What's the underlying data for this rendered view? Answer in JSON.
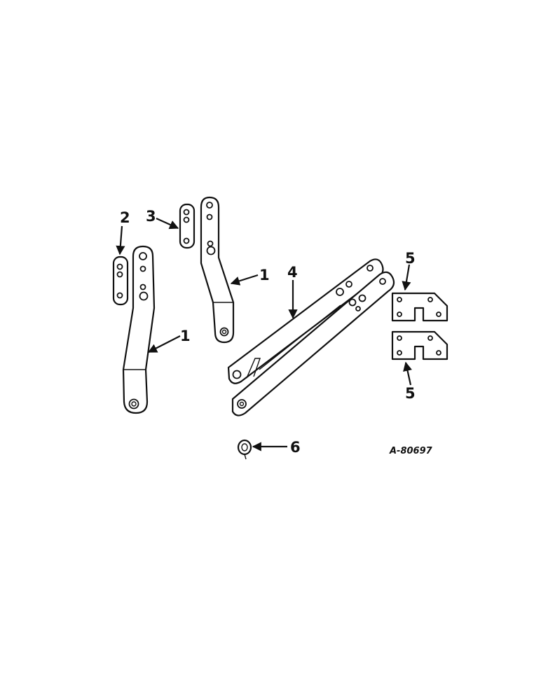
{
  "callouts": {
    "c1a": "1",
    "c1b": "1",
    "c2": "2",
    "c3": "3",
    "c4": "4",
    "c5a": "5",
    "c5b": "5",
    "c6": "6"
  },
  "reference_code": "A-80697"
}
